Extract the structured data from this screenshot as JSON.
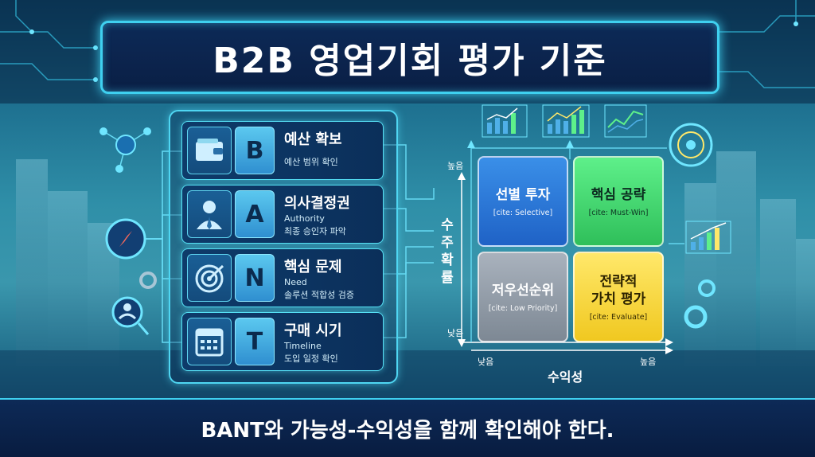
{
  "title": "B2B 영업기회 평가 기준",
  "bant": [
    {
      "letter": "B",
      "title": "예산 확보",
      "sub_en": "",
      "sub_ko": "예산 범위 확인",
      "icon": "wallet-icon"
    },
    {
      "letter": "A",
      "title": "의사결정권",
      "sub_en": "Authority",
      "sub_ko": "최종 승인자 파악",
      "icon": "person-icon"
    },
    {
      "letter": "N",
      "title": "핵심 문제",
      "sub_en": "Need",
      "sub_ko": "솔루션 적합성 검증",
      "icon": "target-icon"
    },
    {
      "letter": "T",
      "title": "구매 시기",
      "sub_en": "Timeline",
      "sub_ko": "도입 일정 확인",
      "icon": "calendar-icon"
    }
  ],
  "matrix": {
    "y_axis": "수주확률",
    "y_axis_chars": [
      "수",
      "주",
      "확",
      "률"
    ],
    "x_axis": "수익성",
    "high": "높음",
    "low": "낮음",
    "quadrants": [
      {
        "title": "선별 투자",
        "cite": "[cite: Selective]"
      },
      {
        "title": "핵심 공략",
        "cite": "[cite: Must-Win]"
      },
      {
        "title": "저우선순위",
        "cite": "[cite: Low Priority]"
      },
      {
        "title_line1": "전략적",
        "title_line2": "가치 평가",
        "cite": "[cite: Evaluate]"
      }
    ]
  },
  "footer": "BANT와 가능성-수익성을 함께 확인해야 한다.",
  "colors": {
    "accent": "#3fd0f0",
    "selective": "#2f7ee0",
    "must_win": "#45d874",
    "low_priority": "#8f99a4",
    "evaluate": "#f5d63a"
  }
}
